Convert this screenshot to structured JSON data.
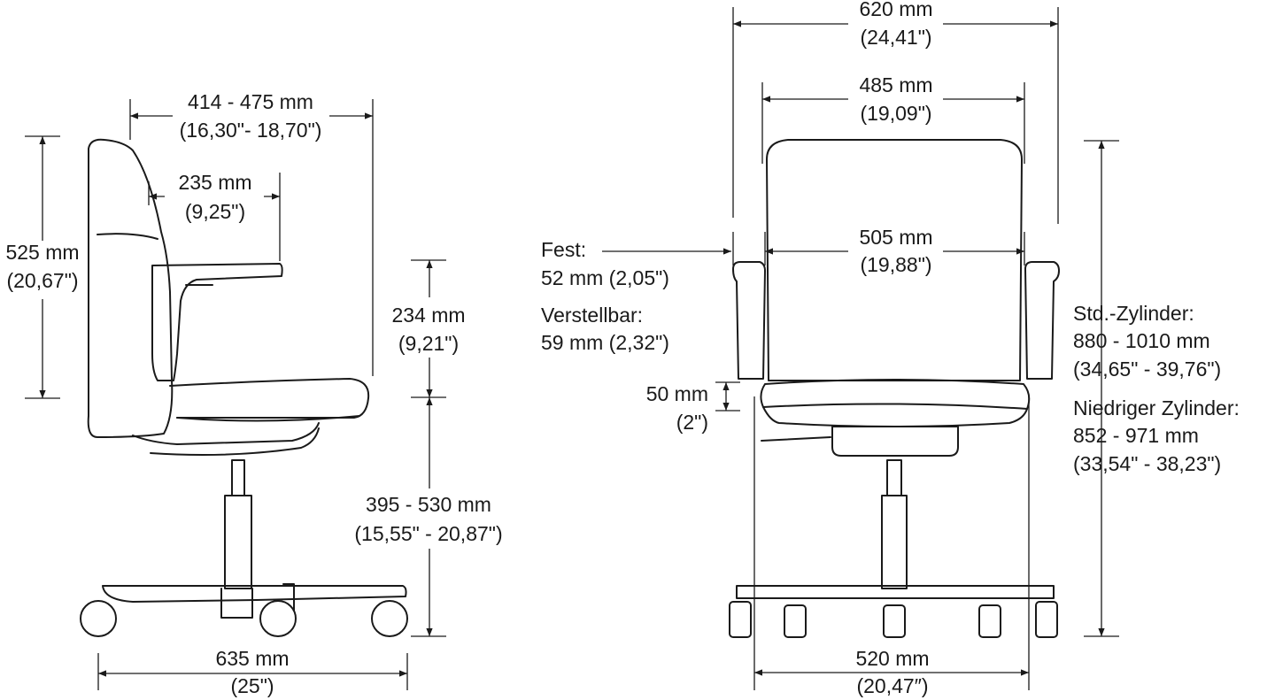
{
  "side_view": {
    "depth": {
      "mm": "414 - 475 mm",
      "inch": "(16,30\"- 18,70\")"
    },
    "armrest_length": {
      "mm": "235 mm",
      "inch": "(9,25\")"
    },
    "backrest_height": {
      "mm": "525 mm",
      "inch": "(20,67\")"
    },
    "armrest_height": {
      "mm": "234 mm",
      "inch": "(9,21\")"
    },
    "seat_height": {
      "mm": "395 - 530 mm",
      "inch": "(15,55\" - 20,87\")"
    },
    "base_width": {
      "mm": "635 mm",
      "inch": "(25\")"
    }
  },
  "front_view": {
    "overall_width": {
      "mm": "620 mm",
      "inch": "(24,41\")"
    },
    "backrest_width": {
      "mm": "485 mm",
      "inch": "(19,09\")"
    },
    "seat_width": {
      "mm": "505 mm",
      "inch": "(19,88\")"
    },
    "armrest_width": {
      "fixed_label": "Fest:",
      "fixed_value": "52 mm (2,05\")",
      "adjustable_label": "Verstellbar:",
      "adjustable_value": "59 mm (2,32\")"
    },
    "seat_thickness": {
      "mm": "50 mm",
      "inch": "(2\")"
    },
    "overall_height": {
      "std_label": "Std.-Zylinder:",
      "std_mm": "880 - 1010 mm",
      "std_inch": "(34,65\" - 39,76\")",
      "low_label": "Niedriger Zylinder:",
      "low_mm": "852 - 971 mm",
      "low_inch": "(33,54\" - 38,23\")"
    },
    "base_width": {
      "mm": "520 mm",
      "inch": "(20,47″)"
    }
  }
}
